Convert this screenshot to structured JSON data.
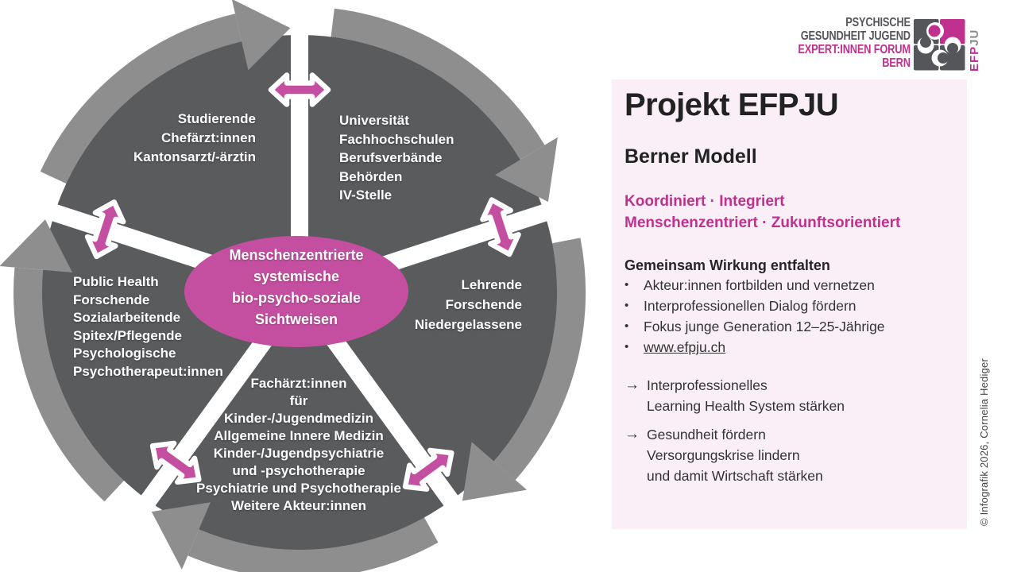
{
  "logo": {
    "line1": "PSYCHISCHE",
    "line2": "GESUNDHEIT JUGEND",
    "line3": "EXPERT:INNEN FORUM",
    "line4": "BERN",
    "acronym_pink": "EFP",
    "acronym_gray": "JU"
  },
  "diagram": {
    "center": [
      "Menschenzentrierte",
      "systemische",
      "bio-psycho-soziale",
      "Sichtweisen"
    ],
    "segments": {
      "top_left": [
        "Studierende",
        "Chefärzt:innen",
        "Kantonsarzt/-ärztin"
      ],
      "top_right": [
        "Universität",
        "Fachhochschulen",
        "Berufsverbände",
        "Behörden",
        "IV-Stelle"
      ],
      "left": [
        "Public Health",
        "Forschende",
        "Sozialarbeitende",
        "Spitex/Pflegende",
        "Psychologische",
        "Psychotherapeut:innen"
      ],
      "right": [
        "Lehrende",
        "Forschende",
        "Niedergelassene"
      ],
      "bottom": [
        "Fachärzt:innen",
        "für",
        "Kinder-/Jugendmedizin",
        "Allgemeine Innere Medizin",
        "Kinder-/Jugendpsychiatrie",
        "und -psychotherapie",
        "Psychiatrie und Psychotherapie",
        "Weitere Akteur:innen"
      ]
    }
  },
  "panel": {
    "title": "Projekt EFPJU",
    "subtitle": "Berner Modell",
    "keywords": [
      "Koordiniert · Integriert",
      "Menschenzentriert · Zukunftsorientiert"
    ],
    "section_heading": "Gemeinsam Wirkung entfalten",
    "bullet_marker": "•",
    "arrow_marker": "→",
    "bullets": [
      "Akteur:innen fortbilden und vernetzen",
      "Interprofessionellen Dialog fördern",
      "Fokus junge Generation 12–25-Jährige"
    ],
    "link": "www.efpju.ch",
    "outcomes": [
      [
        "Interprofessionelles",
        "Learning Health System stärken"
      ],
      [
        "Gesundheit fördern",
        "Versorgungskrise lindern",
        "und damit Wirtschaft stärken"
      ]
    ]
  },
  "credit": "© Infografik 2026, Cornelia Hediger",
  "colors": {
    "pink_shape": "#c44fa0",
    "pink_text": "#c0308e",
    "circle_dark_gray": "#5a5b5d",
    "ring_light_gray": "#8e8e8f",
    "panel_background": "#fbeff7",
    "text_dark": "#262626"
  }
}
